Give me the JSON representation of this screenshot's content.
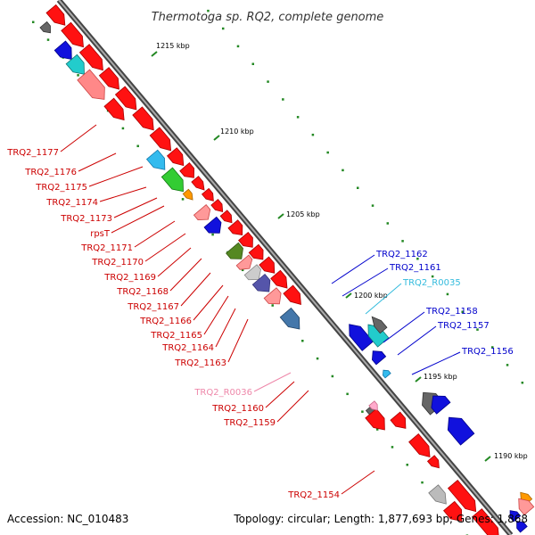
{
  "title": "Thermotoga sp. RQ2, complete genome",
  "accession": "Accession: NC_010483",
  "summary": "Topology: circular; Length: 1,877,693 bp; Genes: 1,868",
  "colors": {
    "forward_label": "#cc0000",
    "reverse_label": "#0000cc",
    "rna_label_cyan": "#33bbdd",
    "rna_label_pink": "#ee88aa",
    "backbone": "#888888",
    "tick": "#228822"
  },
  "scale_labels": [
    "1215 kbp",
    "1210 kbp",
    "1205 kbp",
    "1200 kbp",
    "1195 kbp",
    "1190 kbp"
  ],
  "gene_labels": [
    {
      "text": "TRQ2_1177",
      "strand": "forward"
    },
    {
      "text": "TRQ2_1176",
      "strand": "forward"
    },
    {
      "text": "TRQ2_1175",
      "strand": "forward"
    },
    {
      "text": "TRQ2_1174",
      "strand": "forward"
    },
    {
      "text": "TRQ2_1173",
      "strand": "forward"
    },
    {
      "text": "rpsT",
      "strand": "forward"
    },
    {
      "text": "TRQ2_1171",
      "strand": "forward"
    },
    {
      "text": "TRQ2_1170",
      "strand": "forward"
    },
    {
      "text": "TRQ2_1169",
      "strand": "forward"
    },
    {
      "text": "TRQ2_1168",
      "strand": "forward"
    },
    {
      "text": "TRQ2_1167",
      "strand": "forward"
    },
    {
      "text": "TRQ2_1166",
      "strand": "forward"
    },
    {
      "text": "TRQ2_1165",
      "strand": "forward"
    },
    {
      "text": "TRQ2_1164",
      "strand": "forward"
    },
    {
      "text": "TRQ2_1163",
      "strand": "forward"
    },
    {
      "text": "TRQ2_R0036",
      "strand": "rna"
    },
    {
      "text": "TRQ2_1160",
      "strand": "forward"
    },
    {
      "text": "TRQ2_1159",
      "strand": "forward"
    },
    {
      "text": "TRQ2_1154",
      "strand": "forward"
    },
    {
      "text": "TRQ2_1162",
      "strand": "reverse"
    },
    {
      "text": "TRQ2_1161",
      "strand": "reverse"
    },
    {
      "text": "TRQ2_R0035",
      "strand": "rna"
    },
    {
      "text": "TRQ2_1158",
      "strand": "reverse"
    },
    {
      "text": "TRQ2_1157",
      "strand": "reverse"
    },
    {
      "text": "TRQ2_1156",
      "strand": "reverse"
    }
  ]
}
